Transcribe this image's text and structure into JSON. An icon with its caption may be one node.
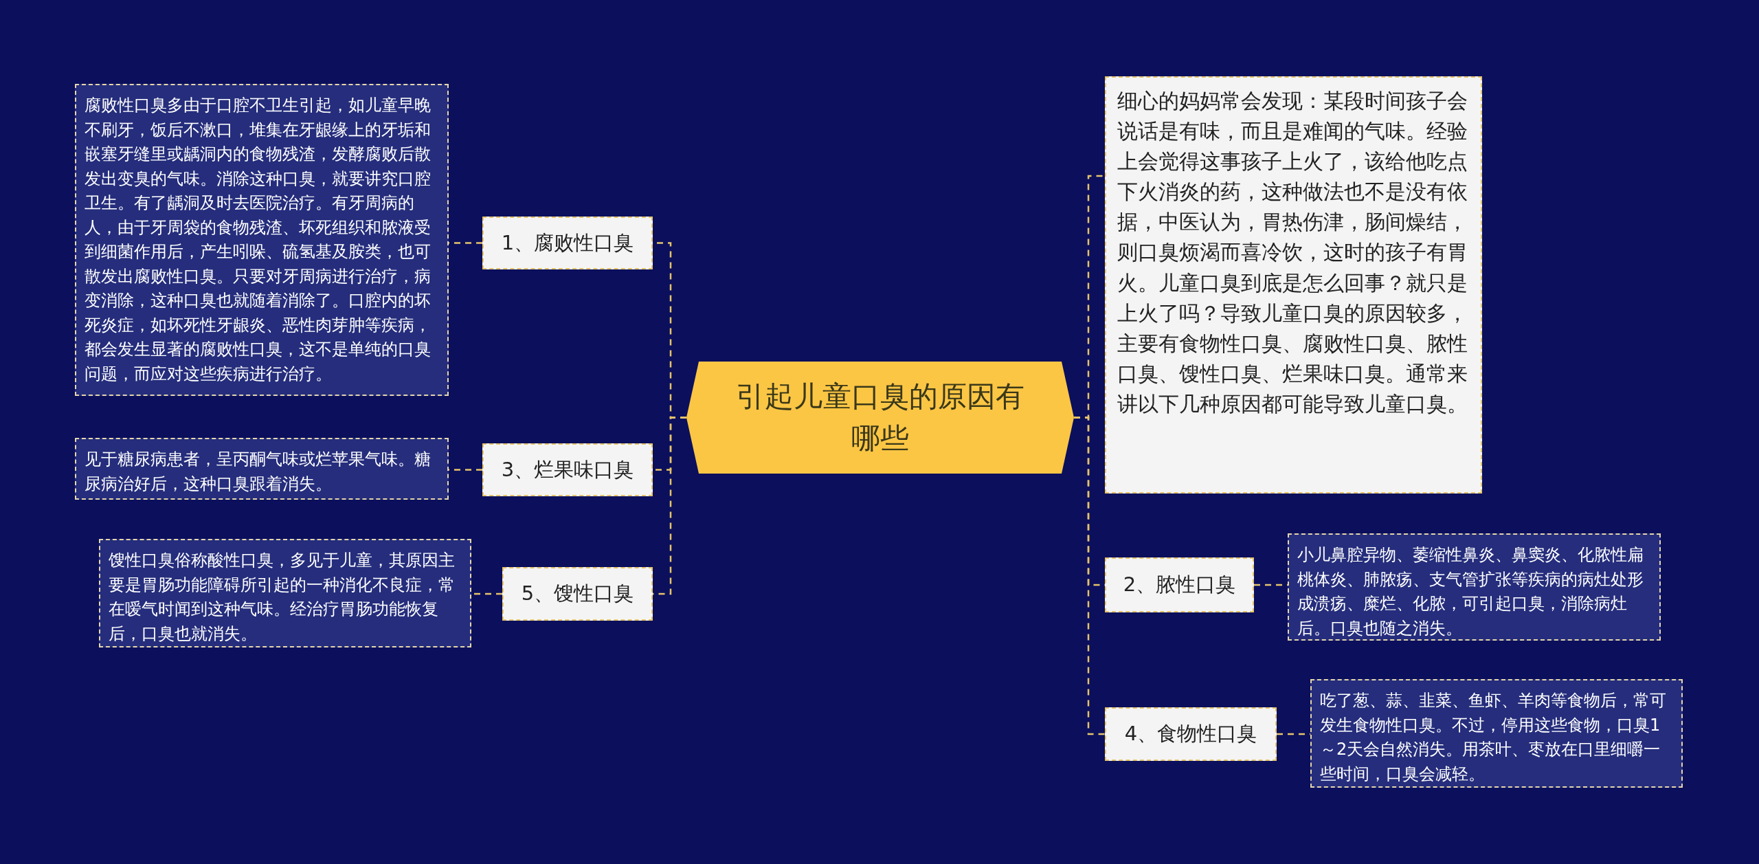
{
  "diagram": {
    "nodes": [
      {
        "text": [
          "引起儿童口臭的原因有哪些"
        ]
      },
      {
        "text": [
          "腐败性口臭多由于口腔不卫生引起，如儿童早晚不刷牙，饭后不漱口，堆集在牙龈缘上的牙垢和嵌塞牙缝里或龋洞内的食物残渣，发酵腐败后散发出变臭的气味。消除这种口臭，就要讲究口腔卫生。有了龋洞及时去医院治疗。有牙周病的人，由于牙周袋的食物残渣、坏死组织和脓液受到细菌作用后，产生吲哚、硫氢基及胺类，也可散发出腐败性口臭。只要对牙周病进行治疗，病变消除，这种口臭也就随着消除了。口腔内的坏死炎症，如坏死性牙龈炎、恶性肉芽肿等疾病，都会发生显著的腐败性口臭，这不是单纯的口臭问题，而应对这些疾病进行治疗。"
        ]
      },
      {
        "text": [
          "1、腐败性口臭"
        ]
      },
      {
        "text": [
          "见于糖尿病患者，呈丙酮气味或烂苹果气味。糖尿病治好后，这种口臭跟着消失。"
        ]
      },
      {
        "text": [
          "3、烂果味口臭"
        ]
      },
      {
        "text": [
          "馊性口臭俗称酸性口臭，多见于儿童，其原因主要是胃肠功能障碍所引起的一种消化不良症，常在嗳气时闻到这种气味。经治疗胃肠功能恢复后，口臭也就消失。"
        ]
      },
      {
        "text": [
          "5、馊性口臭"
        ]
      },
      {
        "text": [
          "细心的妈妈常会发现：某段时间孩子会说话是有味，而且是难闻的气味。经验上会觉得这事孩子上火了，该给他吃点下火消炎的药，这种做法也不是没有依据，中医认为，胃热伤津，肠间燥结，则口臭烦渴而喜冷饮，这时的孩子有胃火。儿童口臭到底是怎么回事？就只是上火了吗？导致儿童口臭的原因较多，主要有食物性口臭、腐败性口臭、脓性口臭、馊性口臭、烂果味口臭。通常来讲以下几种原因都可能导致儿童口臭。"
        ]
      },
      {
        "text": [
          "2、脓性口臭"
        ]
      },
      {
        "text": [
          "小儿鼻腔异物、萎缩性鼻炎、鼻窦炎、化脓性扁桃体炎、肺脓疡、支气管扩张等疾病的病灶处形成溃疡、糜烂、化脓，可引起口臭，消除病灶后。口臭也随之消失。"
        ]
      },
      {
        "text": [
          "4、食物性口臭"
        ]
      },
      {
        "text": [
          "吃了葱、蒜、韭菜、鱼虾、羊肉等食物后，常可发生食物性口臭。不过，停用这些食物，口臭1～2天会自然消失。用茶叶、枣放在口里细嚼一些时间，口臭会减轻。"
        ]
      }
    ],
    "edges": [
      {
        "from": 0,
        "to": 2,
        "arrow": "none"
      },
      {
        "from": 0,
        "to": 4,
        "arrow": "none"
      },
      {
        "from": 0,
        "to": 6,
        "arrow": "none"
      },
      {
        "from": 0,
        "to": 7,
        "arrow": "none"
      },
      {
        "from": 0,
        "to": 8,
        "arrow": "none"
      },
      {
        "from": 0,
        "to": 10,
        "arrow": "none"
      },
      {
        "from": 2,
        "to": 1,
        "arrow": "none"
      },
      {
        "from": 4,
        "to": 3,
        "arrow": "none"
      },
      {
        "from": 6,
        "to": 5,
        "arrow": "none"
      },
      {
        "from": 8,
        "to": 9,
        "arrow": "none"
      },
      {
        "from": 10,
        "to": 11,
        "arrow": "none"
      }
    ]
  }
}
